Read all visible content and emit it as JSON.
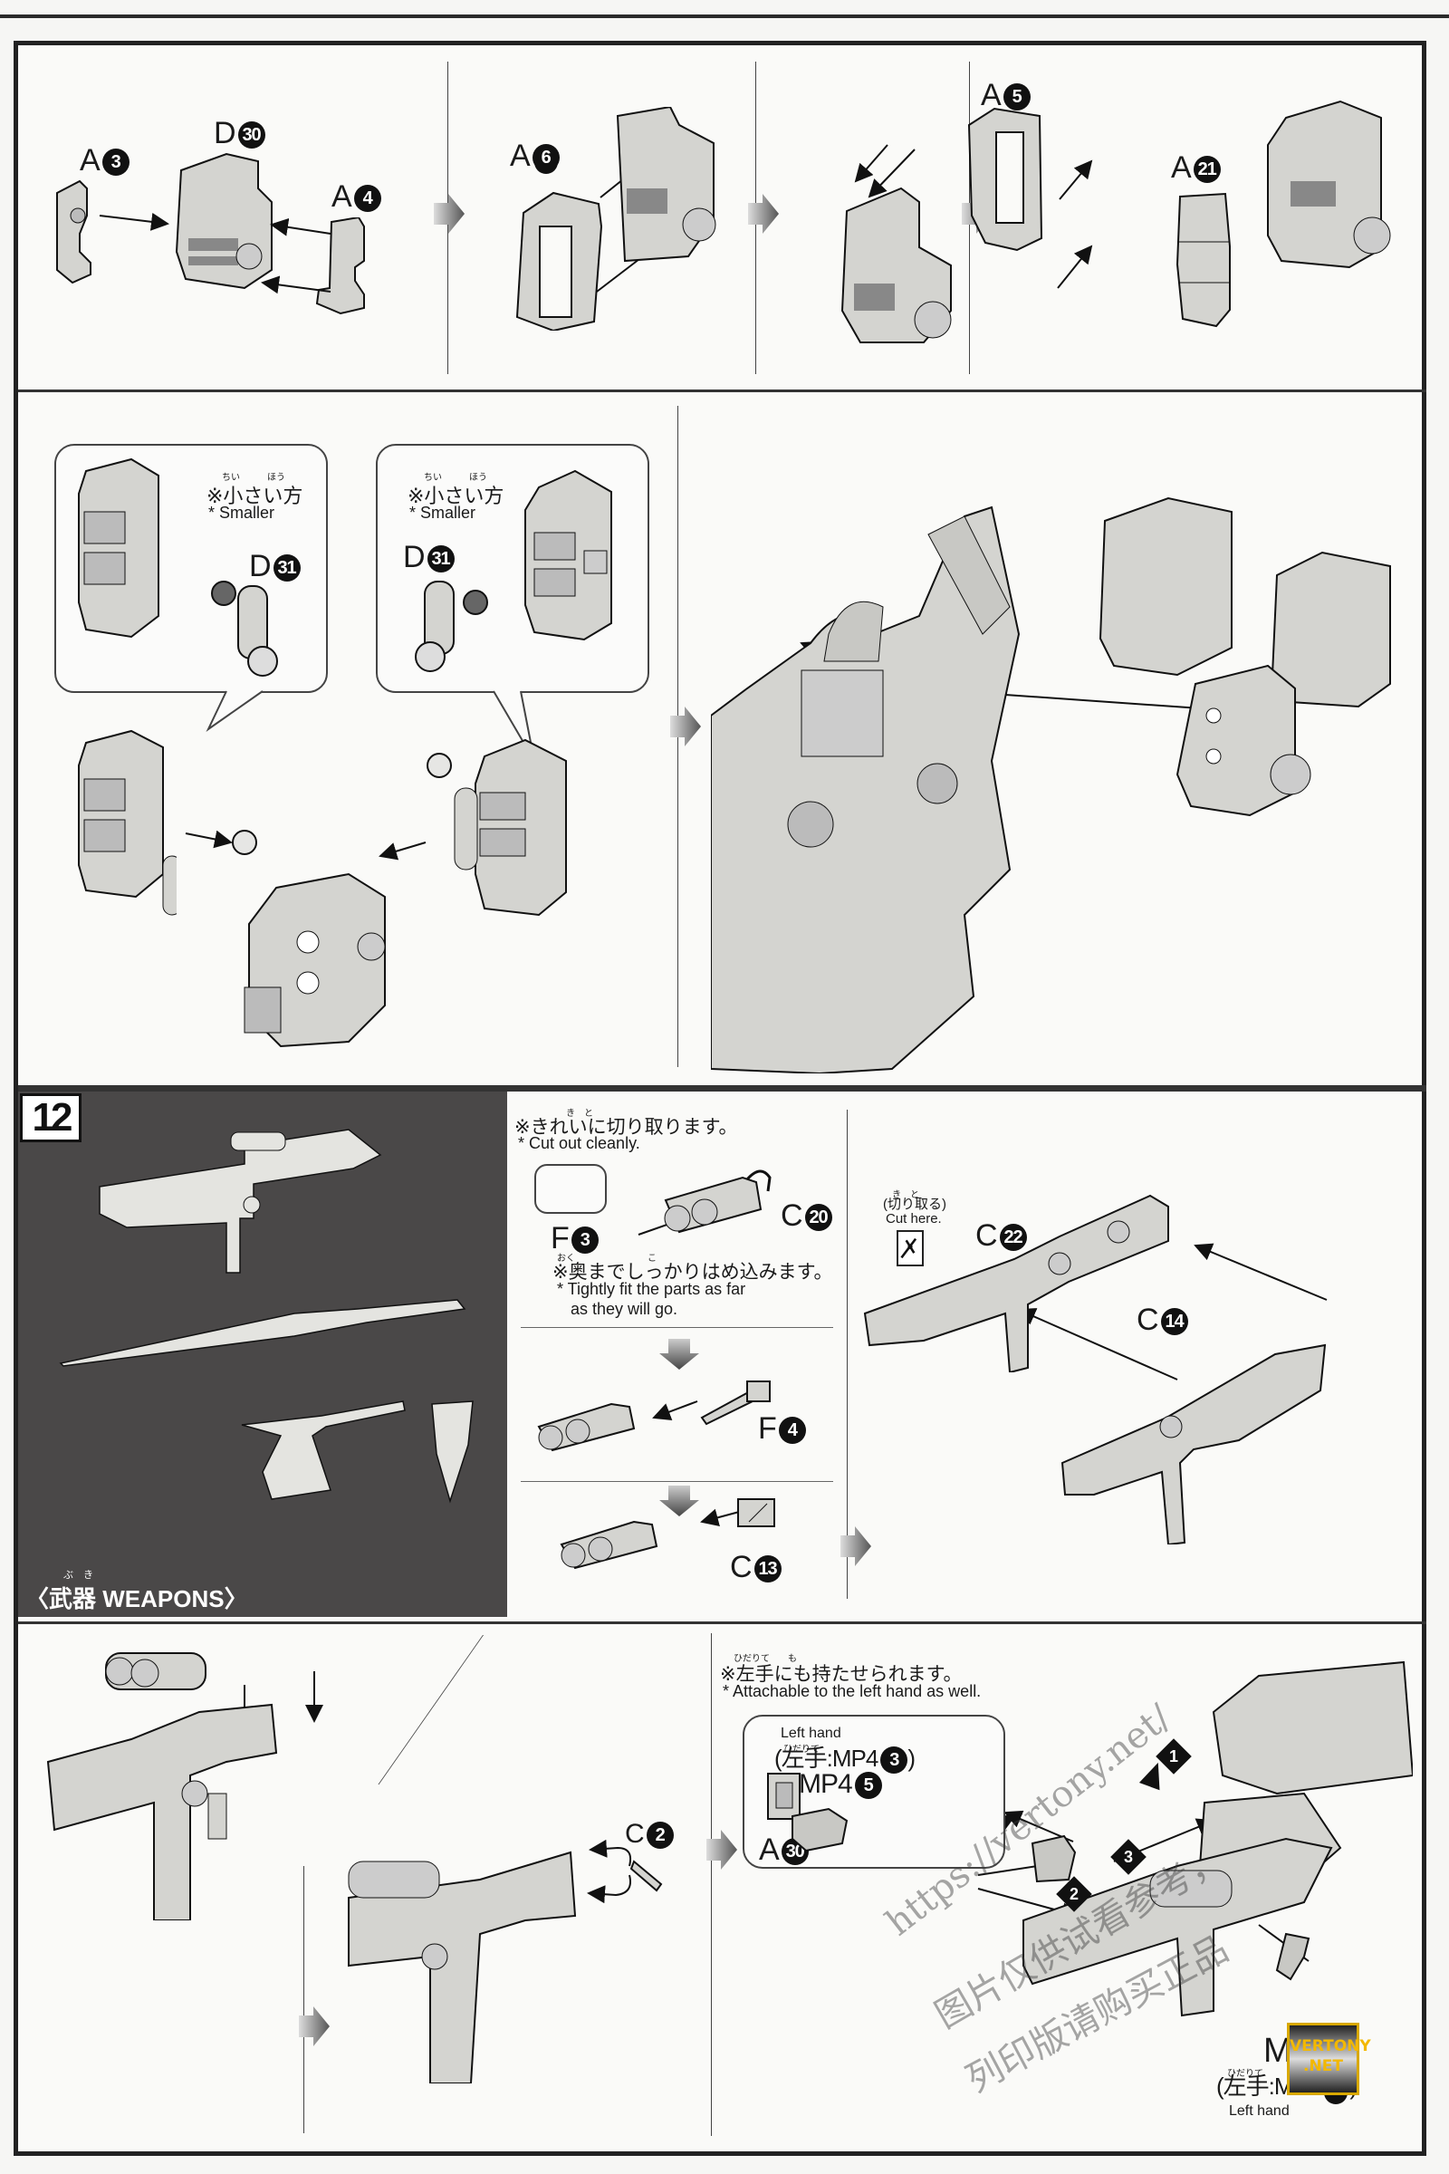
{
  "page": {
    "type": "assembly-instruction-manual",
    "palette": {
      "ink": "#1a1a1a",
      "paper": "#fafaf8",
      "part_fill": "#d4d4d0",
      "panel_dark": "#4a4848",
      "badge_gold": "#f3b800"
    }
  },
  "section_top": {
    "panels": [
      {
        "labels": [
          {
            "letter": "A",
            "num": "3"
          },
          {
            "letter": "D",
            "num": "30"
          },
          {
            "letter": "A",
            "num": "4"
          }
        ]
      },
      {
        "labels": [
          {
            "letter": "A",
            "num": "6",
            "underline": true
          }
        ]
      },
      {
        "labels": [
          {
            "letter": "A",
            "num": "5"
          }
        ]
      },
      {
        "labels": [
          {
            "letter": "A",
            "num": "21"
          }
        ]
      }
    ]
  },
  "section_middle": {
    "bubble_left": {
      "note_ruby": "ちい　　　ほう",
      "note_jp": "※小さい方",
      "note_en": "* Smaller",
      "part": {
        "letter": "D",
        "num": "31"
      }
    },
    "bubble_right": {
      "note_ruby": "ちい　　　ほう",
      "note_jp": "※小さい方",
      "note_en": "* Smaller",
      "part": {
        "letter": "D",
        "num": "31"
      }
    }
  },
  "step12": {
    "number": "12",
    "weapons_title_ruby": "ぶ　き",
    "weapons_title": "〈武器 WEAPONS〉",
    "cut_note": {
      "ruby": "き　と",
      "jp": "※きれいに切り取ります。",
      "en": "* Cut out cleanly."
    },
    "fit_note": {
      "ruby": "おく　　　　　　　　こ",
      "jp": "※奥までしっかりはめ込みます。",
      "en_line1": "* Tightly fit the parts as far",
      "en_line2": "as they will go."
    },
    "parts": {
      "f3": {
        "letter": "F",
        "num": "3"
      },
      "c20": {
        "letter": "C",
        "num": "20"
      },
      "f4": {
        "letter": "F",
        "num": "4"
      },
      "c13": {
        "letter": "C",
        "num": "13"
      },
      "c22": {
        "letter": "C",
        "num": "22"
      },
      "c14": {
        "letter": "C",
        "num": "14"
      },
      "c2": {
        "letter": "C",
        "num": "2"
      }
    },
    "cut_here": {
      "ruby": "き　と",
      "jp": "(切り取る)",
      "en": "Cut here."
    }
  },
  "section_bottom": {
    "left_hand_note": {
      "ruby": "ひだりて　　も",
      "jp": "※左手にも持たせられます。",
      "en": "* Attachable to the left hand as well."
    },
    "bubble": {
      "en_label": "Left hand",
      "ruby": "ひだりて",
      "jp_label": "(左手:MP4",
      "jp_num": "3",
      "jp_close": ")",
      "mp4_label": "MP4",
      "mp4_num": "5",
      "a30": {
        "letter": "A",
        "num": "30"
      }
    },
    "steps": [
      "1",
      "2",
      "3"
    ],
    "bottom_label": {
      "main": "MP4",
      "ruby": "ひだりて",
      "jp": "(左手:MP4",
      "num": "6",
      "close": ")",
      "en": "Left hand"
    }
  },
  "watermarks": {
    "url": "https://vertony.net/",
    "cn_line1": "图片仅供试看参考，",
    "cn_line2": "列印版请购买正品",
    "badge_line1": "VERTONY",
    "badge_line2": ".NET"
  }
}
